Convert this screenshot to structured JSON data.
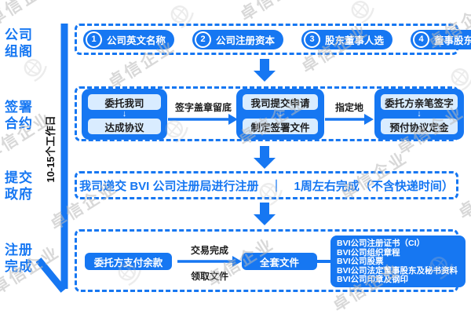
{
  "watermark": {
    "text": "卓信企业"
  },
  "timeline": {
    "duration_label": "10-15个工作日"
  },
  "stages": [
    {
      "line1": "公司",
      "line2": "组阁"
    },
    {
      "line1": "签署",
      "line2": "合约"
    },
    {
      "line1": "提交",
      "line2": "政府"
    },
    {
      "line1": "注册",
      "line2": "完成"
    }
  ],
  "row1": {
    "items": [
      {
        "num": "1",
        "label": "公司英文名称"
      },
      {
        "num": "2",
        "label": "公司注册资本"
      },
      {
        "num": "3",
        "label": "股东董事人选"
      },
      {
        "num": "4",
        "label": "董事股东股份比例"
      }
    ]
  },
  "row2": {
    "groups": [
      {
        "top": "委托我司",
        "arrow": "↓",
        "bottom": "达成协议"
      },
      {
        "top": "我司提交申请",
        "arrow": "↓",
        "bottom": "制定签署文件"
      },
      {
        "top": "委托方亲笔签字",
        "arrow": "↓",
        "bottom": "预付协议定金"
      }
    ],
    "arrow1_label": "签字盖章留底",
    "arrow2_label": "指定地"
  },
  "row3": {
    "text": "我司递交 BVI 公司注册局进行注册　｜　1周左右完成（不含快递时间）"
  },
  "row4": {
    "payment_label": "委托方支付余款",
    "arrow_label_top": "交易完成",
    "arrow_label_bottom": "领取文件",
    "package_label": "全套文件",
    "documents": [
      "BVI公司注册证书（CI）",
      "BVI公司组织章程",
      "BVI公司股票",
      "BVI公司法定董事股东及秘书资料",
      "BVI公司印章及钢印"
    ]
  },
  "colors": {
    "primary": "#1677f2",
    "light_step": "#d9ecff",
    "watermark": "#b9b9b9"
  }
}
